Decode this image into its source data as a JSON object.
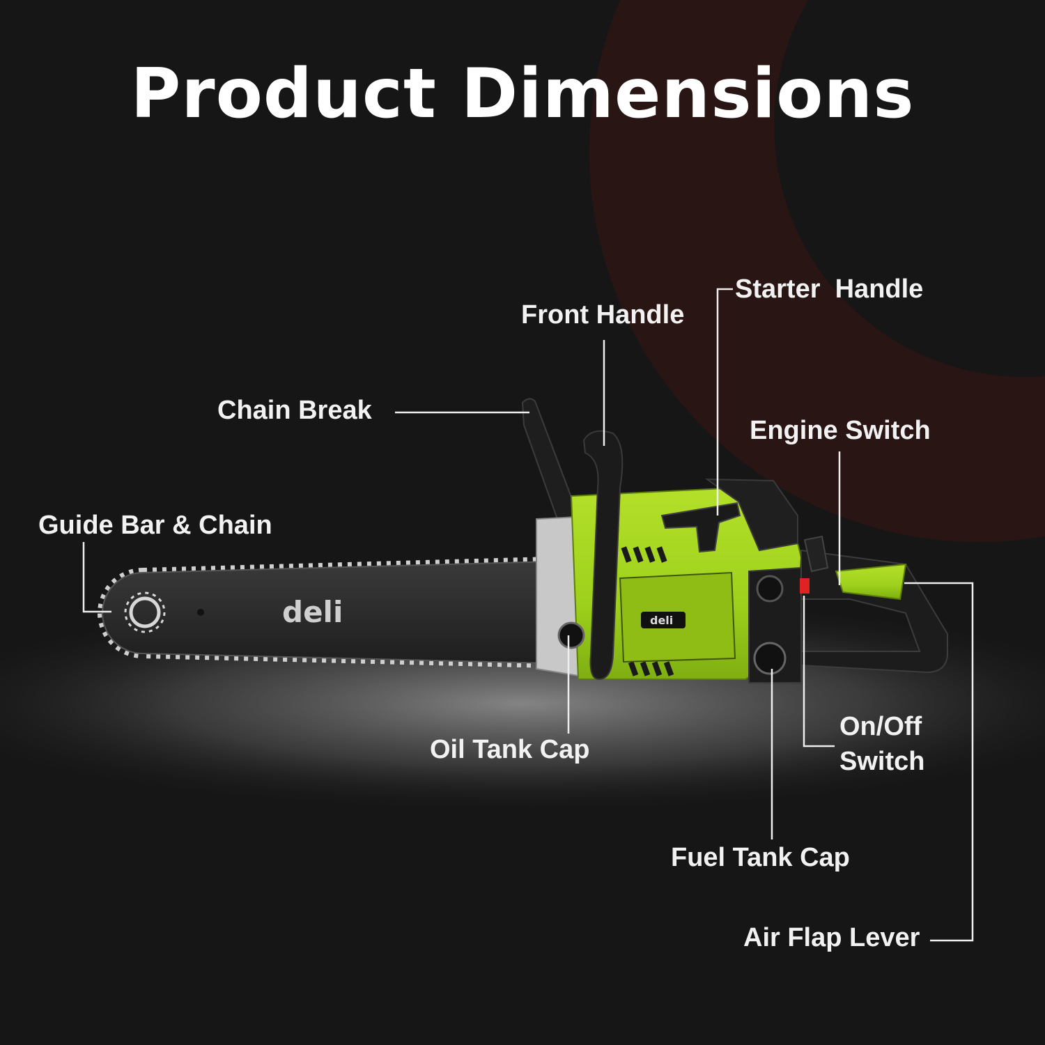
{
  "title": "Product Dimensions",
  "brand": "deli",
  "colors": {
    "background": "#161616",
    "body_green": "#9ed11c",
    "label_text": "#f2f2f2",
    "accent_arc": "#2a1515"
  },
  "labels": {
    "guide_bar": "Guide Bar & Chain",
    "chain_break": "Chain Break",
    "front_handle": "Front Handle",
    "starter_handle": "Starter  Handle",
    "engine_switch": "Engine Switch",
    "onoff_line1": "On/Off",
    "onoff_line2": "Switch",
    "oil_tank": "Oil Tank Cap",
    "fuel_tank": "Fuel Tank Cap",
    "air_flap": "Air Flap Lever"
  }
}
